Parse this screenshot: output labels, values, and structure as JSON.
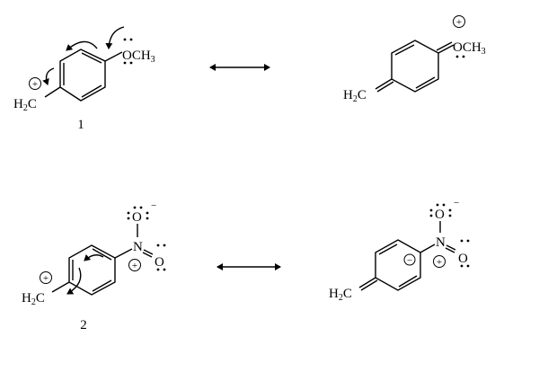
{
  "structures": [
    {
      "label": "1",
      "left_group": {
        "main": "H",
        "sub": "2",
        "tail": "C"
      },
      "right_group": {
        "main": "OCH",
        "sub": "3"
      },
      "charge": "+"
    },
    {
      "label": "",
      "left_group": {
        "main": "H",
        "sub": "2",
        "tail": "C"
      },
      "right_group": {
        "main": "OCH",
        "sub": "3"
      },
      "charge": "+"
    },
    {
      "label": "2",
      "left_group": {
        "main": "H",
        "sub": "2",
        "tail": "C"
      },
      "nitro": {
        "n": "N",
        "o_top": "O",
        "o_right": "O",
        "minus": "−"
      },
      "charge": "+"
    },
    {
      "label": "",
      "left_group": {
        "main": "H",
        "sub": "2",
        "tail": "C"
      },
      "nitro": {
        "n": "N",
        "o_top": "O",
        "o_right": "O",
        "minus": "−"
      },
      "charge": "+",
      "ring_charge": "−"
    }
  ],
  "resonance_arrow": "double-headed-arrow"
}
